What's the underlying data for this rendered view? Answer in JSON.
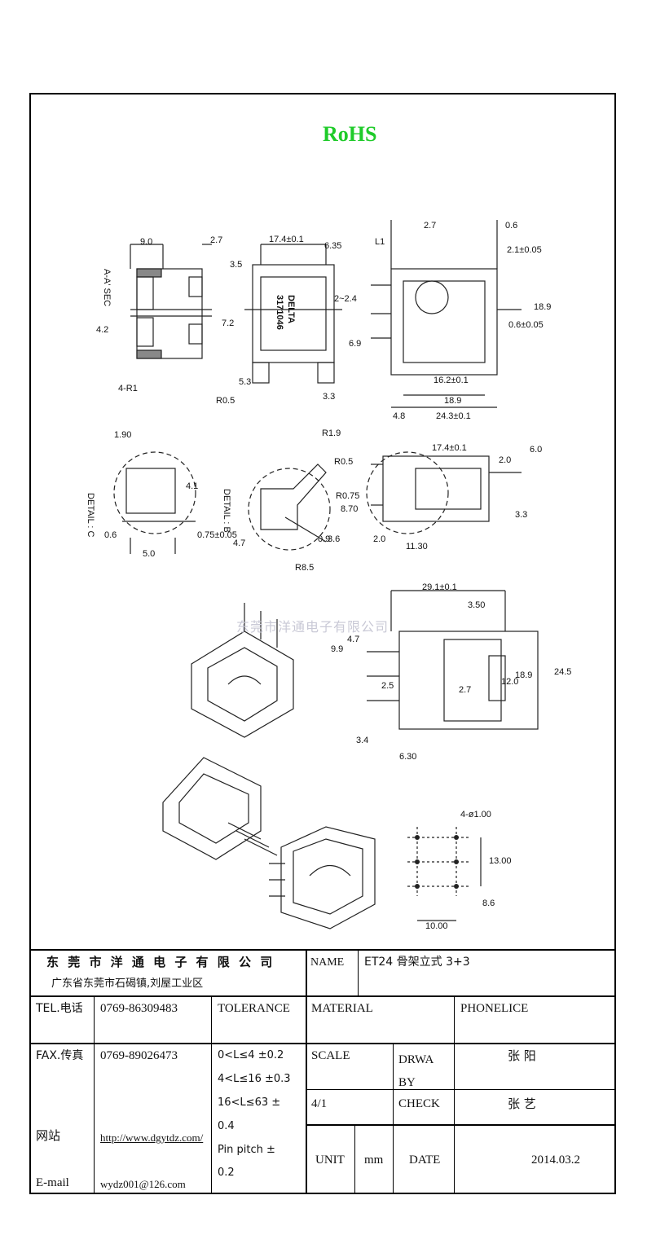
{
  "header": {
    "rohs": "RoHS"
  },
  "watermark": "东莞市洋通电子有限公司",
  "drawing": {
    "section_labels": [
      "A-A' SEC",
      "DETAIL : C",
      "DETAIL : B"
    ],
    "part_marking": [
      "DELTA",
      "3171046"
    ],
    "dimensions": [
      "9.0",
      "2.7",
      "17.4±0.1",
      "6.35",
      "3.5",
      "2~2.4",
      "7.2",
      "4.2",
      "4-R1",
      "R0.5",
      "5.3",
      "3.3",
      "6.9",
      "L1",
      "2.7",
      "0.6",
      "2.1±0.05",
      "18.9",
      "0.6±0.05",
      "16.2±0.1",
      "18.9",
      "4.8",
      "24.3±0.1",
      "1.90",
      "4.1",
      "0.6",
      "5.0",
      "0.75±0.05",
      "R1.9",
      "R0.5",
      "8.70",
      "R0.75",
      "3.6",
      "0.9",
      "4.7",
      "R8.5",
      "17.4±0.1",
      "2.0",
      "6.0",
      "3.3",
      "2.0",
      "11.30",
      "29.1±0.1",
      "3.50",
      "9.9",
      "4.7",
      "2.5",
      "2.7",
      "24.5",
      "18.9",
      "12.0",
      "3.4",
      "6.30",
      "4-ø1.00",
      "13.00",
      "8.6",
      "10.00"
    ]
  },
  "title_block": {
    "company": "东 莞 市 洋 通 电 子 有 限 公 司",
    "address": "广东省东莞市石碣镇,刘屋工业区",
    "name_label": "NAME",
    "name_value": "ET24 骨架立式 3+3",
    "tel_label": "TEL.电话",
    "tel_value": "0769-86309483",
    "tolerance_label": "TOLERANCE",
    "material_label": "MATERIAL",
    "material_value": "PHONELICE",
    "fax_label": "FAX.传真",
    "fax_value": "0769-89026473",
    "tolerance_lines": [
      "0<L≤4  ±0.2",
      "4<L≤16 ±0.3",
      "16<L≤63 ±",
      "0.4",
      "Pin pitch ±",
      "0.2"
    ],
    "scale_label": "SCALE",
    "scale_value": "4/1",
    "drawn_label": "DRWA BY",
    "drawn_value": "张 阳",
    "check_label": "CHECK",
    "check_value": "张 艺",
    "web_label": "网站",
    "email_label": "E-mail",
    "web_value": "http://www.dgytdz.com/",
    "email_value": "wydz001@126.com",
    "unit_label": "UNIT",
    "unit_value": "mm",
    "date_label": "DATE",
    "date_value": "2014.03.2"
  }
}
